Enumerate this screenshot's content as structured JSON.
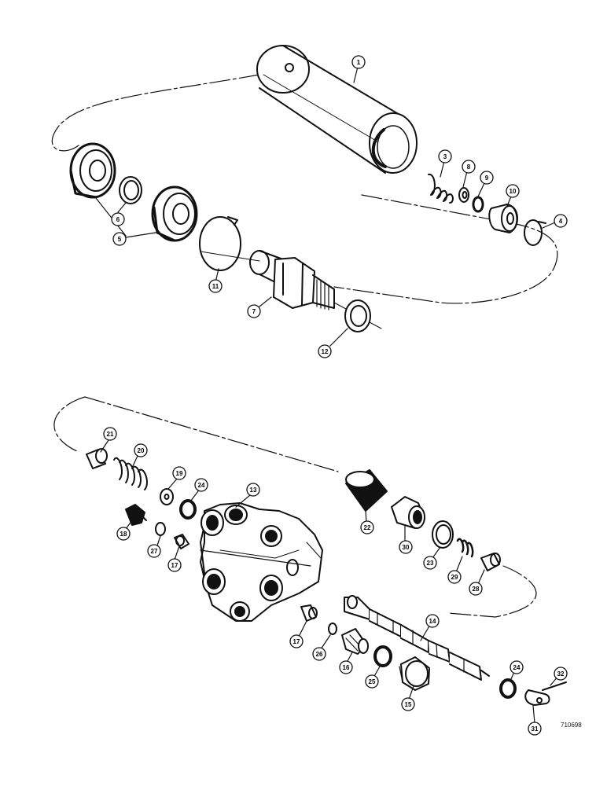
{
  "colors": {
    "ink": "#111111",
    "paper": "#ffffff"
  },
  "figure_code": "710698",
  "upper_assembly": {
    "callouts": [
      {
        "id": "c1",
        "label": "1"
      },
      {
        "id": "c3",
        "label": "3"
      },
      {
        "id": "c8",
        "label": "8"
      },
      {
        "id": "c9",
        "label": "9"
      },
      {
        "id": "c10",
        "label": "10"
      },
      {
        "id": "c4",
        "label": "4"
      },
      {
        "id": "c5",
        "label": "5"
      },
      {
        "id": "c6",
        "label": "6"
      },
      {
        "id": "c11",
        "label": "11"
      },
      {
        "id": "c7",
        "label": "7"
      },
      {
        "id": "c12",
        "label": "12"
      }
    ]
  },
  "lower_assembly": {
    "callouts": [
      {
        "id": "c21",
        "label": "21"
      },
      {
        "id": "c20",
        "label": "20"
      },
      {
        "id": "c19",
        "label": "19"
      },
      {
        "id": "c24a",
        "label": "24"
      },
      {
        "id": "c13",
        "label": "13"
      },
      {
        "id": "c18",
        "label": "18"
      },
      {
        "id": "c27",
        "label": "27"
      },
      {
        "id": "c17a",
        "label": "17"
      },
      {
        "id": "c22",
        "label": "22"
      },
      {
        "id": "c30",
        "label": "30"
      },
      {
        "id": "c23",
        "label": "23"
      },
      {
        "id": "c29",
        "label": "29"
      },
      {
        "id": "c28",
        "label": "28"
      },
      {
        "id": "c14",
        "label": "14"
      },
      {
        "id": "c17b",
        "label": "17"
      },
      {
        "id": "c26",
        "label": "26"
      },
      {
        "id": "c16",
        "label": "16"
      },
      {
        "id": "c25",
        "label": "25"
      },
      {
        "id": "c15",
        "label": "15"
      },
      {
        "id": "c24b",
        "label": "24"
      },
      {
        "id": "c32",
        "label": "32"
      },
      {
        "id": "c31",
        "label": "31"
      }
    ]
  }
}
